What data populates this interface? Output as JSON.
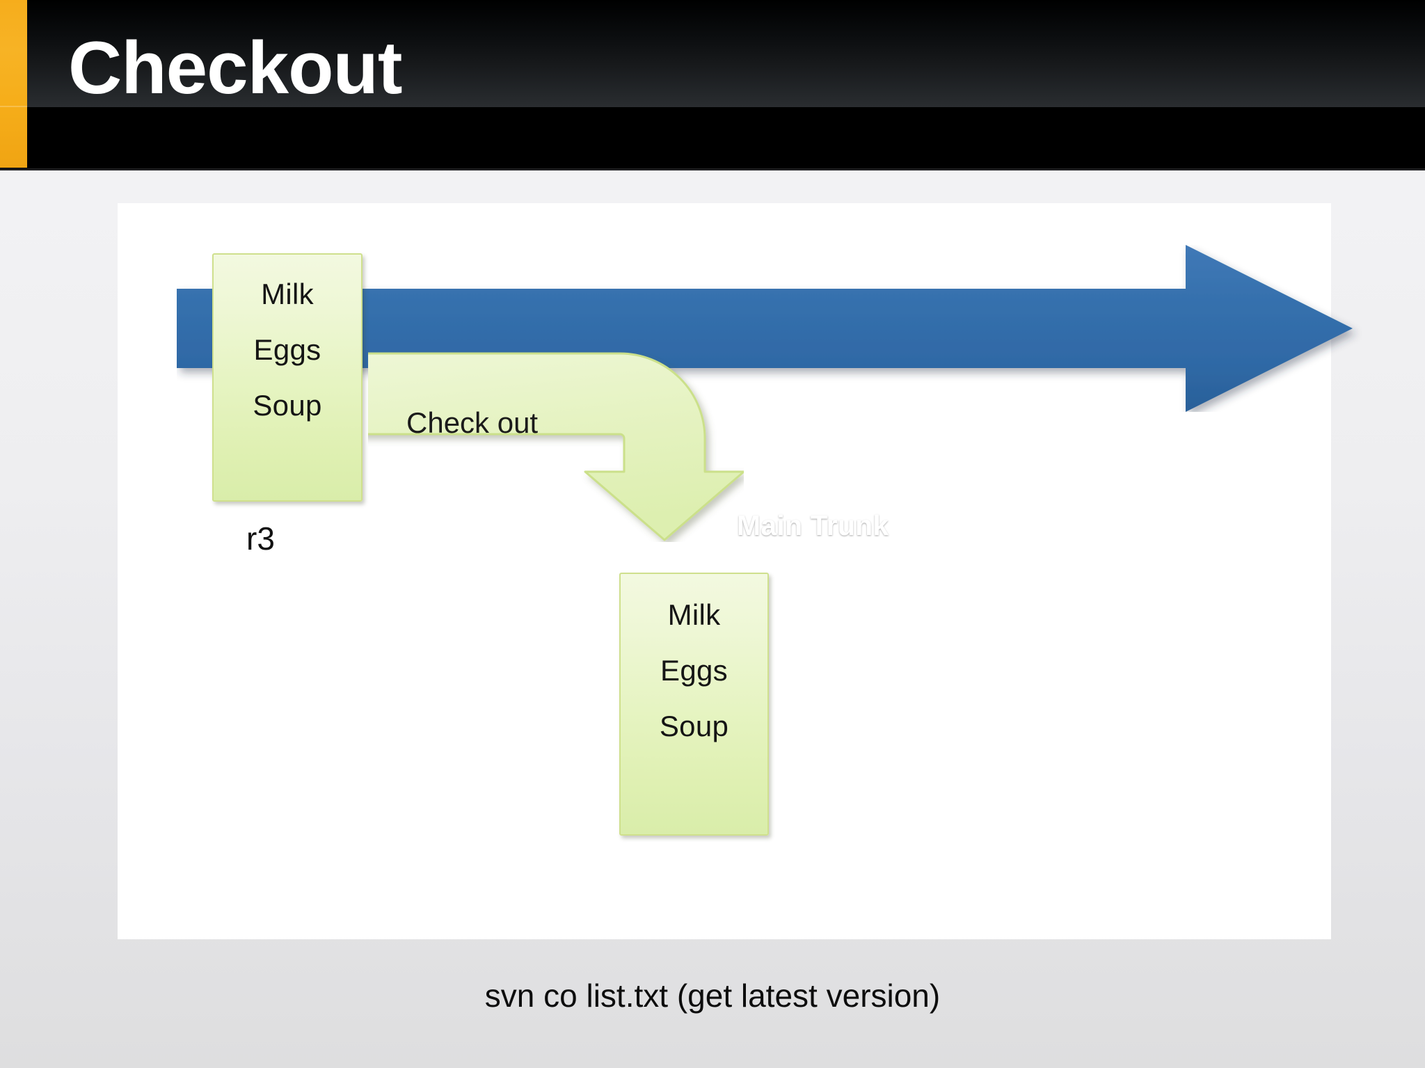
{
  "slide": {
    "title": "Checkout",
    "accent_color": "#f6ad1c",
    "title_bar_color": "#000000",
    "background_color": "#eeeef0"
  },
  "diagram": {
    "main_trunk": {
      "label": "Main Trunk",
      "color": "#2e6ca9",
      "direction": "right"
    },
    "checkout_arrow": {
      "label": "Check out",
      "color": "#e4f2bd",
      "direction": "down"
    },
    "repository_box": {
      "lines": [
        "Milk",
        "Eggs",
        "Soup"
      ],
      "revision": "r3",
      "color": "#e6f4c2"
    },
    "working_copy_box": {
      "lines": [
        "Milk",
        "Eggs",
        "Soup"
      ],
      "color": "#e6f4c2"
    }
  },
  "caption": "svn co list.txt (get latest version)"
}
